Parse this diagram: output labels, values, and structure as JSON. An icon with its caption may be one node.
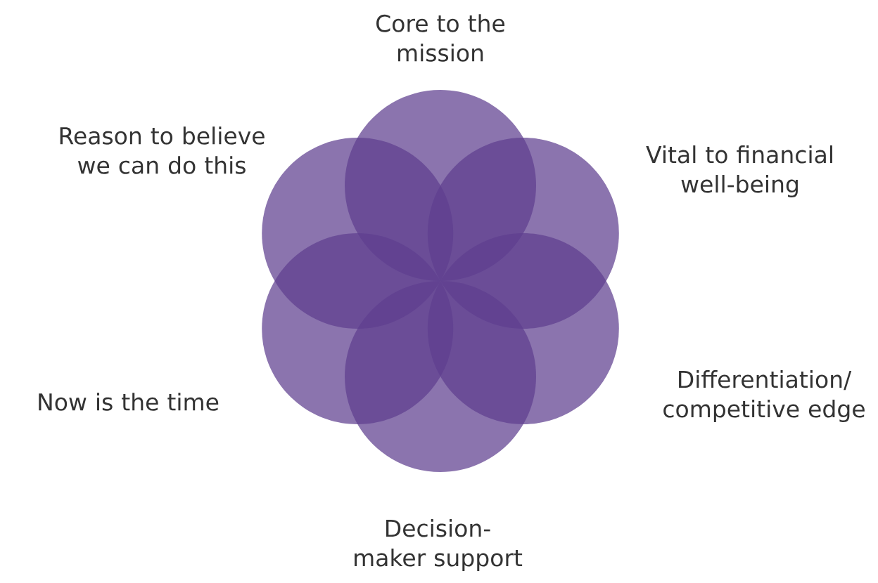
{
  "diagram": {
    "nodes": [
      {
        "text": [],
        "shape": "circle",
        "beside": [
          "Core to the mission"
        ]
      },
      {
        "text": [],
        "shape": "circle",
        "beside": [
          "Vital to financial well-being"
        ]
      },
      {
        "text": [],
        "shape": "circle",
        "beside": [
          "Differentiation/ competitive edge"
        ]
      },
      {
        "text": [],
        "shape": "circle",
        "beside": [
          "Decision-maker support"
        ]
      },
      {
        "text": [],
        "shape": "circle",
        "beside": [
          "Now is the time"
        ]
      },
      {
        "text": [],
        "shape": "circle",
        "beside": [
          "Reason to believe we can do this"
        ]
      }
    ]
  }
}
